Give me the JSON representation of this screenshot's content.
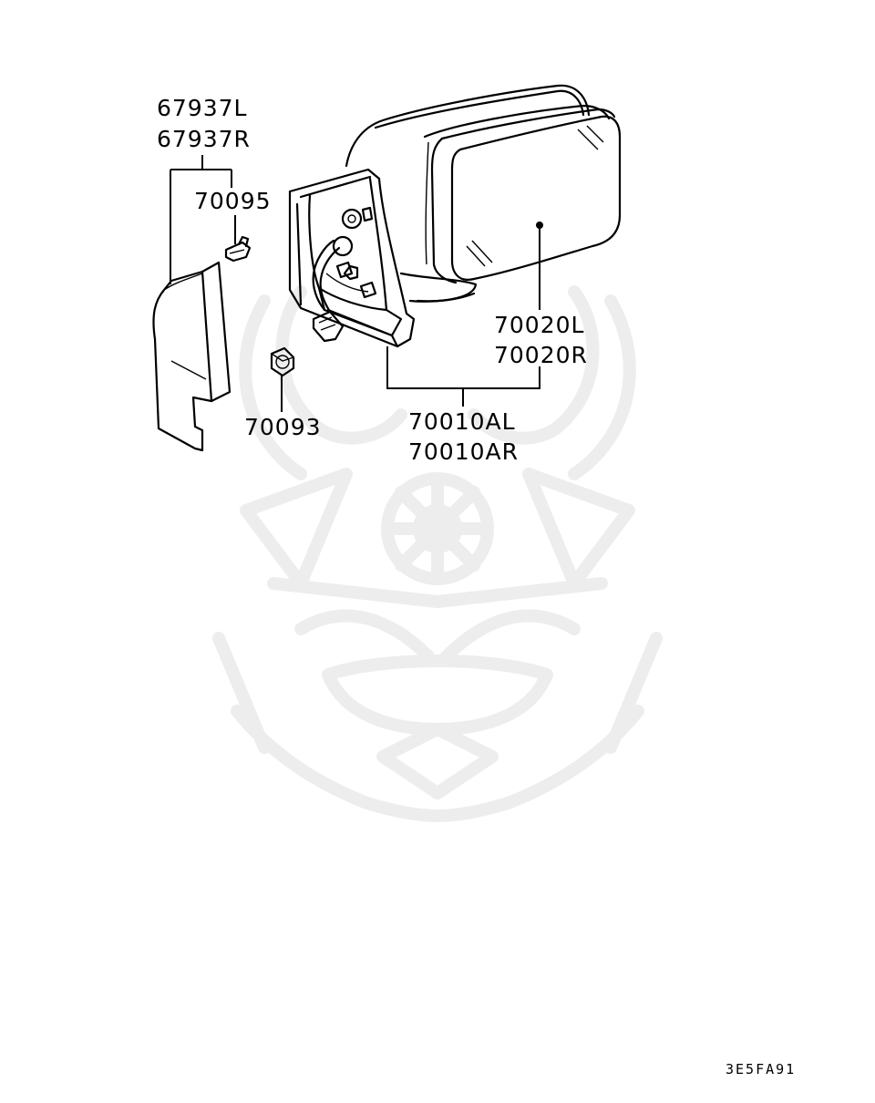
{
  "diagram": {
    "parts": {
      "cover": {
        "codes": [
          "67937L",
          "67937R"
        ]
      },
      "screw": {
        "code": "70095"
      },
      "nut": {
        "code": "70093"
      },
      "mirror_glass": {
        "codes": [
          "70020L",
          "70020R"
        ]
      },
      "mirror_assembly": {
        "codes": [
          "70010AL",
          "70010AR"
        ]
      }
    },
    "figure_code": "3E5FA91"
  }
}
